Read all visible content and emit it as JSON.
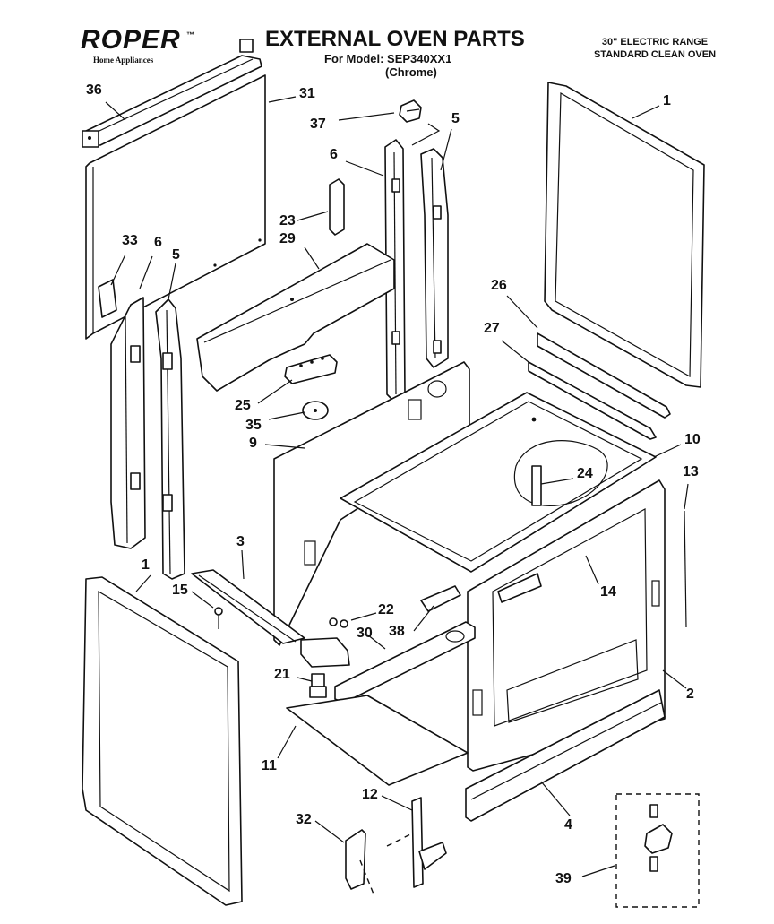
{
  "header": {
    "brand": "ROPER",
    "brand_tm": "™",
    "brand_subtitle": "Home Appliances",
    "title": "EXTERNAL OVEN PARTS",
    "model_line": "For Model: SEP340XX1",
    "variant_line": "(Chrome)",
    "product_lines": [
      "30\" ELECTRIC RANGE",
      "STANDARD CLEAN OVEN"
    ]
  },
  "callouts": [
    "36",
    "31",
    "37",
    "5",
    "6",
    "1",
    "23",
    "33",
    "6",
    "5",
    "29",
    "26",
    "27",
    "25",
    "35",
    "9",
    "10",
    "24",
    "13",
    "3",
    "1",
    "15",
    "22",
    "38",
    "30",
    "14",
    "21",
    "2",
    "11",
    "12",
    "4",
    "32",
    "39"
  ]
}
